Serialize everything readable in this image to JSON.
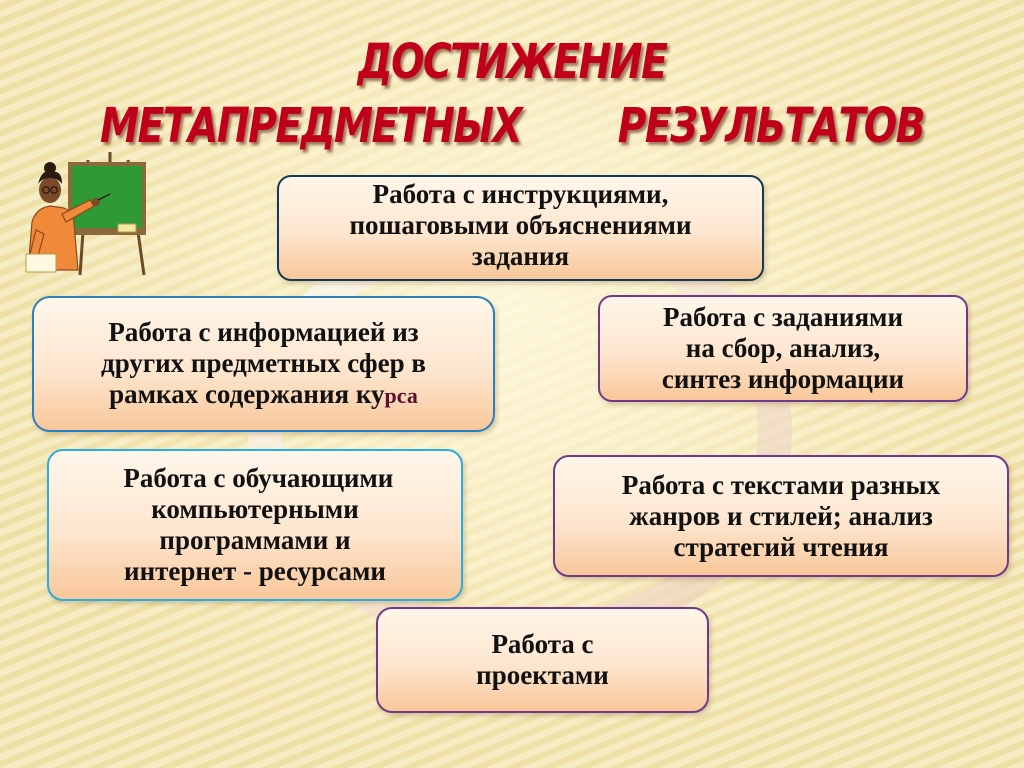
{
  "title": {
    "line1": "ДОСТИЖЕНИЕ",
    "line2": "МЕТАПРЕДМЕТНЫХ        РЕЗУЛЬТАТОВ"
  },
  "colors": {
    "title": "#c0001a",
    "box_fill_top": "#fff6ea",
    "box_fill_bottom": "#f9c79a",
    "border_dark_blue": "#123a58",
    "border_blue": "#2a7fbf",
    "border_cyan": "#28aee0",
    "border_purple": "#6f3a8a"
  },
  "illustration": {
    "icon": "teacher-at-chalkboard-icon"
  },
  "nodes": {
    "instructions": [
      "Работа с инструкциями,",
      "пошаговыми объяснениями",
      "задания"
    ],
    "other_subjects": [
      "Работа с информацией из",
      "других предметных сфер в",
      "рамках содержания ку",
      "рса"
    ],
    "tasks": [
      "Работа с заданиями",
      "на сбор, анализ,",
      "синтез информации"
    ],
    "computer": [
      " Работа с обучающими",
      "компьютерными",
      "программами и",
      "интернет - ресурсами"
    ],
    "texts": [
      "Работа с текстами разных",
      "жанров и стилей; анализ",
      "стратегий чтения"
    ],
    "projects": [
      "Работа с",
      "проектами"
    ]
  }
}
